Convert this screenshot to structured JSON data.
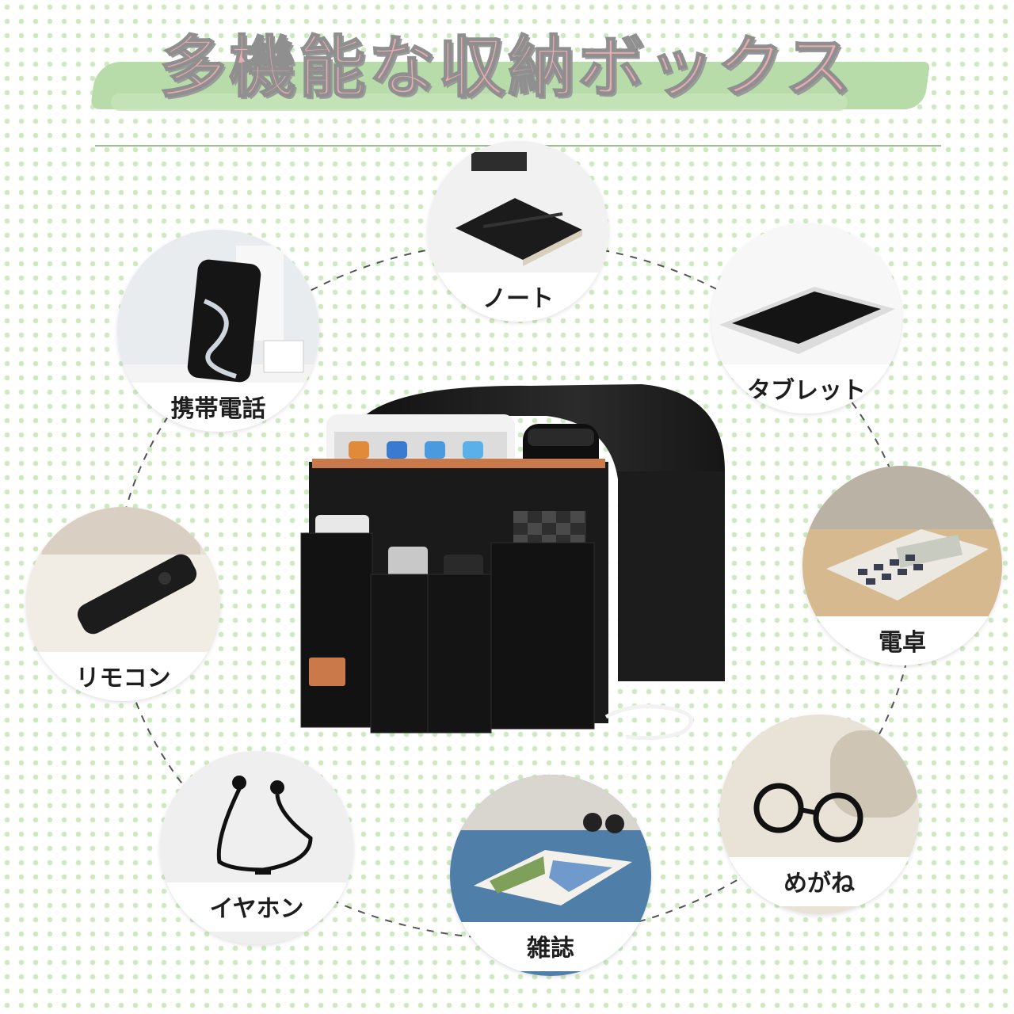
{
  "title": "多機能な収納ボックス",
  "items": {
    "note": "ノート",
    "phone": "携帯電話",
    "tablet": "タブレット",
    "remote": "リモコン",
    "calculator": "電卓",
    "earphones": "イヤホン",
    "magazine": "雑誌",
    "glasses": "めがね"
  },
  "colors": {
    "title_fill": "#ecaab1",
    "brush_green": "#b8dca9",
    "dot_green": "#cfeac2",
    "organizer_black": "#1a1a1a",
    "accent_orange": "#c9794a"
  }
}
